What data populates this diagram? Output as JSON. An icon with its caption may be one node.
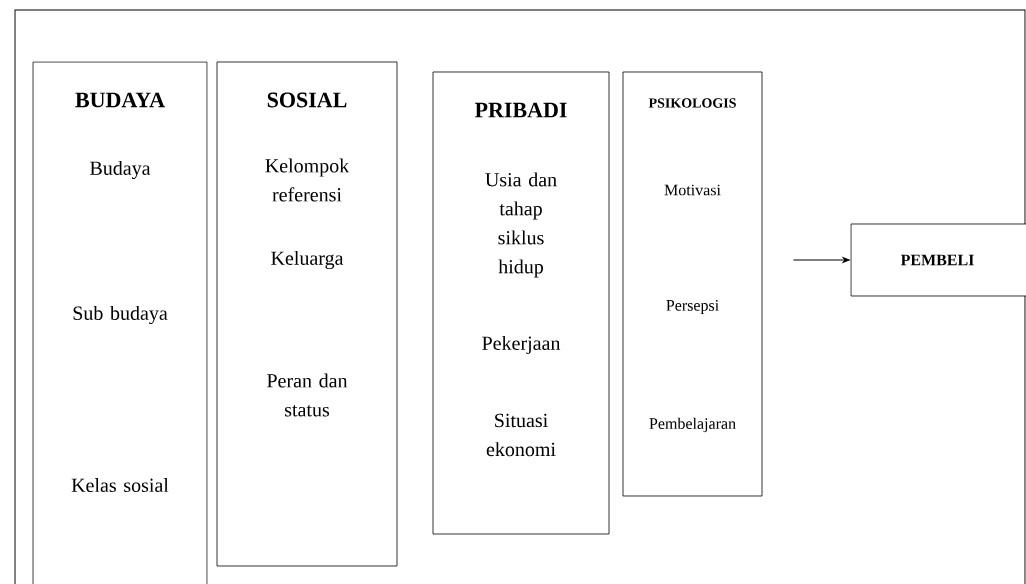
{
  "diagram": {
    "nodes": [
      {
        "text": [
          "BUDAYA",
          "Budaya",
          "Sub budaya",
          "Kelas sosial"
        ]
      },
      {
        "text": [
          "SOSIAL",
          "Kelompok referensi",
          "Keluarga",
          "Peran dan status"
        ]
      },
      {
        "text": [
          "PRIBADI",
          "Usia dan tahap siklus hidup",
          "Pekerjaan",
          "Situasi ekonomi"
        ]
      },
      {
        "text": [
          "PSIKOLOGIS",
          "Motivasi",
          "Persepsi",
          "Pembelajaran"
        ]
      },
      {
        "text": [
          "PEMBELI"
        ]
      }
    ],
    "edges": [
      {
        "from": 3,
        "to": 4,
        "arrow": "to"
      }
    ]
  }
}
